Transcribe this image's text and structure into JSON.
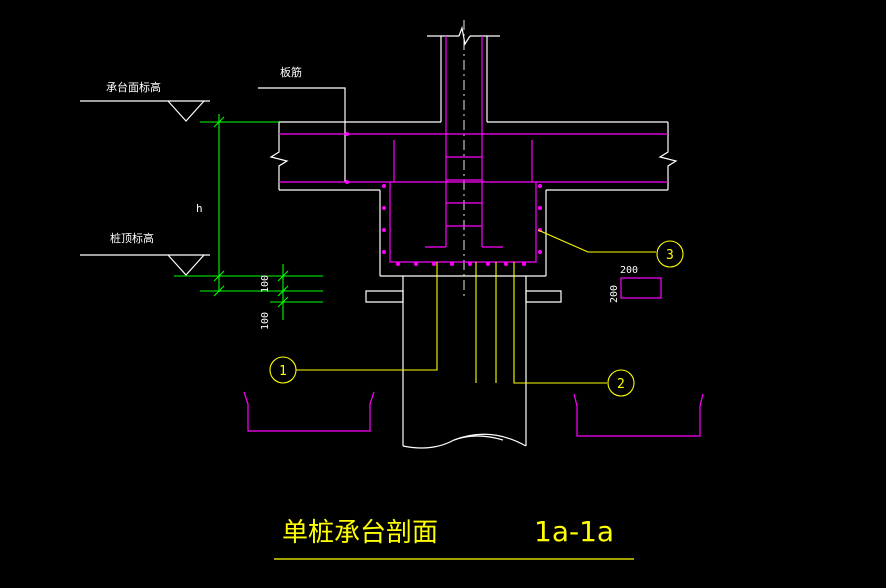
{
  "colors": {
    "background": "#000000",
    "outline": "#ffffff",
    "rebar": "#ff00ff",
    "leader": "#ffff00",
    "dimension": "#00ff00",
    "detail": "#ff00ff"
  },
  "labels": {
    "cap_top_elevation": "承台面标高",
    "pile_top_elevation": "桩顶标高",
    "slab_rebar": "板筋",
    "height_symbol": "h",
    "dim_100_upper": "100",
    "dim_100_lower": "100",
    "stirrup_dim_w": "200",
    "stirrup_dim_h": "200"
  },
  "markers": {
    "m1": "1",
    "m2": "2",
    "m3": "3"
  },
  "title": {
    "main": "单桩承台剖面",
    "section": "1a-1a"
  }
}
